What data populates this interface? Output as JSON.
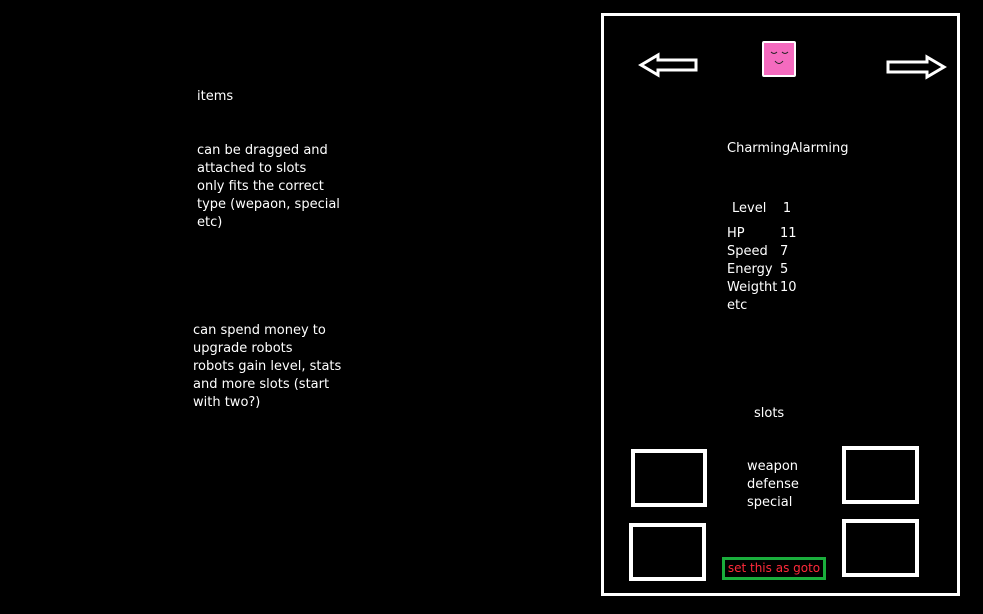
{
  "notes": {
    "items_title": "items",
    "items_desc": "can be dragged and\nattached to slots\nonly fits the correct\ntype (wepaon, special\netc)",
    "upgrade_desc": "can spend money to\nupgrade robots\nrobots gain level, stats\nand more slots (start\nwith two?)"
  },
  "panel": {
    "prev_icon": "left-arrow-icon",
    "next_icon": "right-arrow-icon",
    "robot_name": "CharmingAlarming",
    "level_label": "Level",
    "level_value": "1",
    "stats": [
      {
        "label": "HP",
        "value": "11"
      },
      {
        "label": "Speed",
        "value": "7"
      },
      {
        "label": "Energy",
        "value": "5"
      },
      {
        "label": "Weigtht",
        "value": "10"
      },
      {
        "label": "etc",
        "value": ""
      }
    ],
    "slots_label": "slots",
    "slot_types": "weapon\ndefense\nspecial",
    "goto_button": "set this as goto"
  },
  "colors": {
    "background": "#000000",
    "avatar": "#f56bbf",
    "goto_border": "#1aae3c",
    "goto_text": "#ff2a3a"
  }
}
